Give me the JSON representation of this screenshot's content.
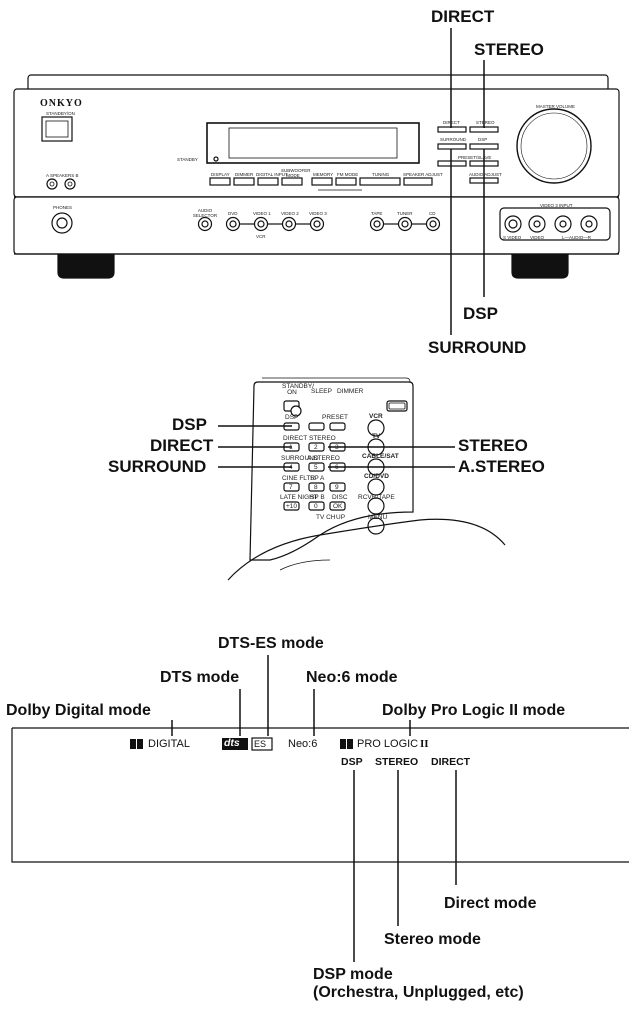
{
  "receiver": {
    "brand": "ONKYO",
    "standby_label": "STANDBY/ON",
    "speakers_label": "A SPEAKERS B",
    "standby_indicator": "STANDBY",
    "phones_label": "PHONES",
    "master_volume_label": "MASTER VOLUME",
    "front_buttons": [
      "DISPLAY",
      "DIMMER",
      "DIGITAL INPUT",
      "SUBWOOFER MODE",
      "MEMORY",
      "FM MODE",
      "TUNING",
      "SPEAKER ADJUST"
    ],
    "right_buttons": {
      "direct": "DIRECT",
      "stereo": "STEREO",
      "surround": "SURROUND",
      "dsp": "DSP",
      "preset_label": "PRESET/SLAVE",
      "audio_adjust": "AUDIO ADJUST"
    },
    "input_selectors": [
      "AUDIO SELECTOR",
      "DVD",
      "VIDEO 1",
      "VIDEO 2",
      "VIDEO 3",
      "TAPE",
      "TUNER",
      "CD"
    ],
    "vcr_label": "VCR",
    "video3_input_label": "VIDEO 3 INPUT",
    "video3_jacks": [
      "S VIDEO",
      "VIDEO",
      "L—AUDIO—R"
    ]
  },
  "receiver_callouts": {
    "direct": "DIRECT",
    "stereo": "STEREO",
    "dsp": "DSP",
    "surround": "SURROUND"
  },
  "remote": {
    "row1": [
      "STANDBY/ ON",
      "SLEEP",
      "DIMMER"
    ],
    "row2": [
      "DSP",
      "PRESET",
      "VCR"
    ],
    "row3": [
      "DIRECT",
      "STEREO",
      "TV"
    ],
    "row4": [
      "SURROUND",
      "A.STEREO",
      "CABLE/SAT"
    ],
    "row5": [
      "CINE FLTR",
      "SP A",
      "CD/DVD"
    ],
    "row6": [
      "LATE NIGHT",
      "SP B",
      "DISC",
      "RCVR/TAPE"
    ],
    "row7": [
      "TV CH",
      "UP",
      "MENU"
    ],
    "keys": [
      "1",
      "2",
      "3",
      "4",
      "5",
      "6",
      "7",
      "8",
      "9",
      "+10",
      "0",
      "OK"
    ]
  },
  "remote_callouts": {
    "dsp": "DSP",
    "direct": "DIRECT",
    "surround": "SURROUND",
    "stereo": "STEREO",
    "a_stereo": "A.STEREO"
  },
  "display_indicators": {
    "dolby_digital": "DIGITAL",
    "dts_logo": "dts",
    "es_logo": "ES",
    "neo6": "Neo:6",
    "pro_logic": "PRO LOGIC",
    "pro_logic_ii": "II",
    "dsp": "DSP",
    "stereo": "STEREO",
    "direct": "DIRECT"
  },
  "display_callouts": {
    "dts_es_mode": "DTS-ES mode",
    "dts_mode": "DTS mode",
    "neo6_mode": "Neo:6 mode",
    "dolby_digital_mode": "Dolby Digital mode",
    "dolby_pro_logic_ii_mode": "Dolby Pro Logic II mode",
    "direct_mode": "Direct mode",
    "stereo_mode": "Stereo mode",
    "dsp_mode": "DSP mode",
    "dsp_mode_examples": "(Orchestra, Unplugged, etc)"
  }
}
